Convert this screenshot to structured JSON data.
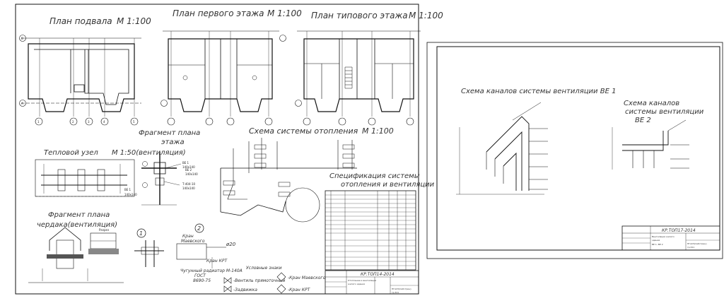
{
  "sheet1": {
    "titles": {
      "basement_plan": "План подвала",
      "basement_scale": "М 1:100",
      "first_floor_plan": "План первого этажа",
      "first_floor_scale": "М 1:100",
      "typical_floor_plan": "План типового этажа",
      "typical_floor_scale": "М 1:100",
      "floor_fragment_line1": "Фрагмент плана",
      "floor_fragment_line2": "этажа",
      "heating_scheme": "Схема системы отопления",
      "heating_scheme_scale": "М 1:100",
      "thermal_unit": "Тепловой узел",
      "thermal_unit_scale": "М 1:50(вентиляция)",
      "spec_line1": "Спецификация системы",
      "spec_line2": "отопления и вентиляции",
      "attic_fragment_line1": "Фрагмент плана",
      "attic_fragment_line2": "чердака(вентиляция)"
    },
    "axis_labels_bottom": [
      "1",
      "2",
      "3",
      "4",
      "5"
    ],
    "axis_labels_side": [
      "А",
      "В"
    ],
    "callouts": {
      "be1": "ВЕ 1",
      "be1_size": "140х140",
      "be2": "ВЕ 2",
      "be2_size": "140х140",
      "be1_left": "ВЕ 1",
      "be1_left_size": "140х140",
      "radiator_spec": "Т-404-10",
      "radiator_size": "140х140",
      "razrez": "Разрез",
      "detail_1": "1",
      "detail_2": "2",
      "kran_mayevskogo_l1": "Кран",
      "kran_mayevskogo_l2": "Маевского",
      "kran_krt": "Кран КРТ",
      "pipe_d20": "ø20",
      "radiator_l1": "Чугунный радиатор М-140А",
      "radiator_l2": "ГОСТ",
      "radiator_l3": "8690-75"
    },
    "legend": {
      "title": "Условные знаки",
      "items": [
        "-Вентиль прямоточный",
        "-Задвижка",
        "-Кран Маевского",
        "-Кран КРТ"
      ]
    },
    "title_block": {
      "code": "КР.ТОП14-2014",
      "org": "НГАСУ(Сибстрин)",
      "sheet": "гр.321",
      "desc_l1": "Отопление и вентиляция",
      "desc_l2": "жилого здания"
    }
  },
  "sheet2": {
    "title_be1": "Схема каналов системы вентиляции ВЕ 1",
    "title_be2_l1": "Схема каналов",
    "title_be2_l2": "системы вентиляции",
    "title_be2_l3": "ВЕ 2",
    "title_block": {
      "code": "КР.ТОП17-2014",
      "org": "НГАСУ(Сибстрин)",
      "sheet": "гр.321",
      "desc_l1": "Вентиляция жилого",
      "desc_l2": "здания",
      "desc_l3": "ВЕ 1; ВЕ 2"
    }
  }
}
